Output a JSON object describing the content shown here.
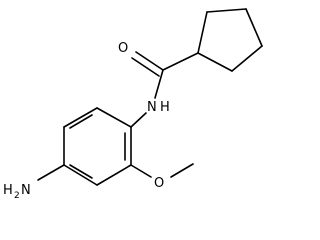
{
  "molecule": {
    "atom_labels": {
      "oxygen_carbonyl": "O",
      "amide_nitrogen": "N",
      "amide_hydrogen": "H",
      "amino_nitrogen": "N",
      "amino_hydrogen": "H",
      "amino_subscript": "2",
      "methoxy_oxygen": "O"
    },
    "line_color": "#000000",
    "background_color": "#ffffff"
  }
}
